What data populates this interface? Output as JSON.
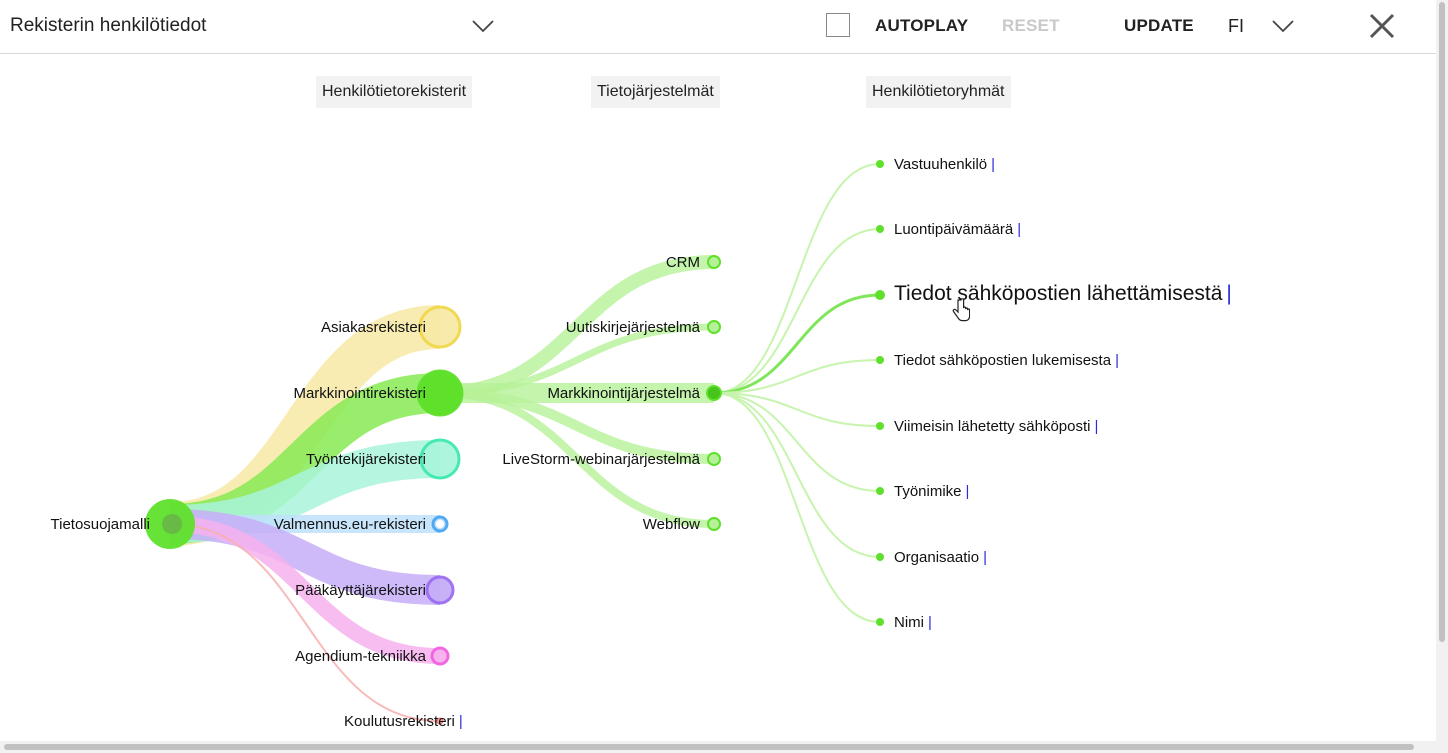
{
  "header": {
    "title": "Rekisterin henkilötiedot",
    "autoplay_label": "AUTOPLAY",
    "reset_label": "RESET",
    "update_label": "UPDATE",
    "language": "FI",
    "autoplay_checked": false
  },
  "columns": [
    "Henkilötietorekisterit",
    "Tietojärjestelmät",
    "Henkilötietoryhmät"
  ],
  "diagram": {
    "root": {
      "label": "Tietosuojamalli",
      "color": "#5fe02b"
    },
    "registers": [
      {
        "label": "Asiakasrekisteri",
        "color": "#f0d84a",
        "band": "#f7e9a6"
      },
      {
        "label": "Markkinointirekisteri",
        "color": "#5fe02b",
        "band": "#86ea52"
      },
      {
        "label": "Työntekijärekisteri",
        "color": "#3ee8b0",
        "band": "#a9f5dc"
      },
      {
        "label": "Valmennus.eu-rekisteri",
        "color": "#4aa6f0",
        "band": "#bfe0fb"
      },
      {
        "label": "Pääkäyttäjärekisteri",
        "color": "#9b6cf2",
        "band": "#c5aef7"
      },
      {
        "label": "Agendium-tekniikka",
        "color": "#f062e0",
        "band": "#f6b2ef"
      },
      {
        "label": "Koulutusrekisteri",
        "color": "#f05a5a",
        "band": "#f6b0b0",
        "marker": "|"
      }
    ],
    "systems": [
      {
        "label": "CRM"
      },
      {
        "label": "Uutiskirjejärjestelmä"
      },
      {
        "label": "Markkinointijärjestelmä"
      },
      {
        "label": "LiveStorm-webinarjärjestelmä"
      },
      {
        "label": "Webflow"
      }
    ],
    "system_color": "#5fe02b",
    "groups": [
      {
        "label": "Vastuuhenkilö",
        "marker": "|"
      },
      {
        "label": "Luontipäivämäärä",
        "marker": "|"
      },
      {
        "label": "Tiedot sähköpostien lähettämisestä",
        "marker": "|",
        "highlighted": true
      },
      {
        "label": "Tiedot sähköpostien lukemisesta",
        "marker": "|"
      },
      {
        "label": "Viimeisin lähetetty sähköposti",
        "marker": "|"
      },
      {
        "label": "Työnimike",
        "marker": "|"
      },
      {
        "label": "Organisaatio",
        "marker": "|"
      },
      {
        "label": "Nimi",
        "marker": "|"
      }
    ],
    "group_link_color": "#c7f4ae",
    "marker_color": "#2a2ad8"
  }
}
